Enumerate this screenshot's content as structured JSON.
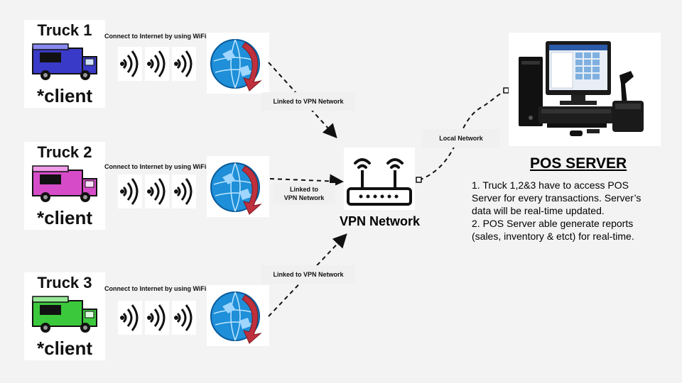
{
  "trucks": [
    {
      "name": "Truck 1",
      "role": "*client",
      "wifi_label": "Connect to Internet by using WiFi",
      "color": "#3a3ac8"
    },
    {
      "name": "Truck 2",
      "role": "*client",
      "wifi_label": "Connect to Internet by using WiFi",
      "color": "#d64cc8"
    },
    {
      "name": "Truck 3",
      "role": "*client",
      "wifi_label": "Connect to Internet by using WiFi",
      "color": "#3cc83c"
    }
  ],
  "links": {
    "truck1": "Linked to VPN Network",
    "truck2_line1": "Linked to",
    "truck2_line2": "VPN Network",
    "truck3": "Linked to VPN Network",
    "local": "Local Network"
  },
  "vpn": {
    "title": "VPN Network"
  },
  "pos": {
    "title": "POS SERVER",
    "desc_line1": "1. Truck 1,2&3 have to access POS",
    "desc_line2": "Server for every transactions. Server’s",
    "desc_line3": "data will be real-time updated.",
    "desc_line4": "2. POS Server able generate reports",
    "desc_line5": "(sales, inventory & etct) for real-time."
  },
  "colors": {
    "globe": "#1e8fd8",
    "arrow": "#c0303c"
  }
}
